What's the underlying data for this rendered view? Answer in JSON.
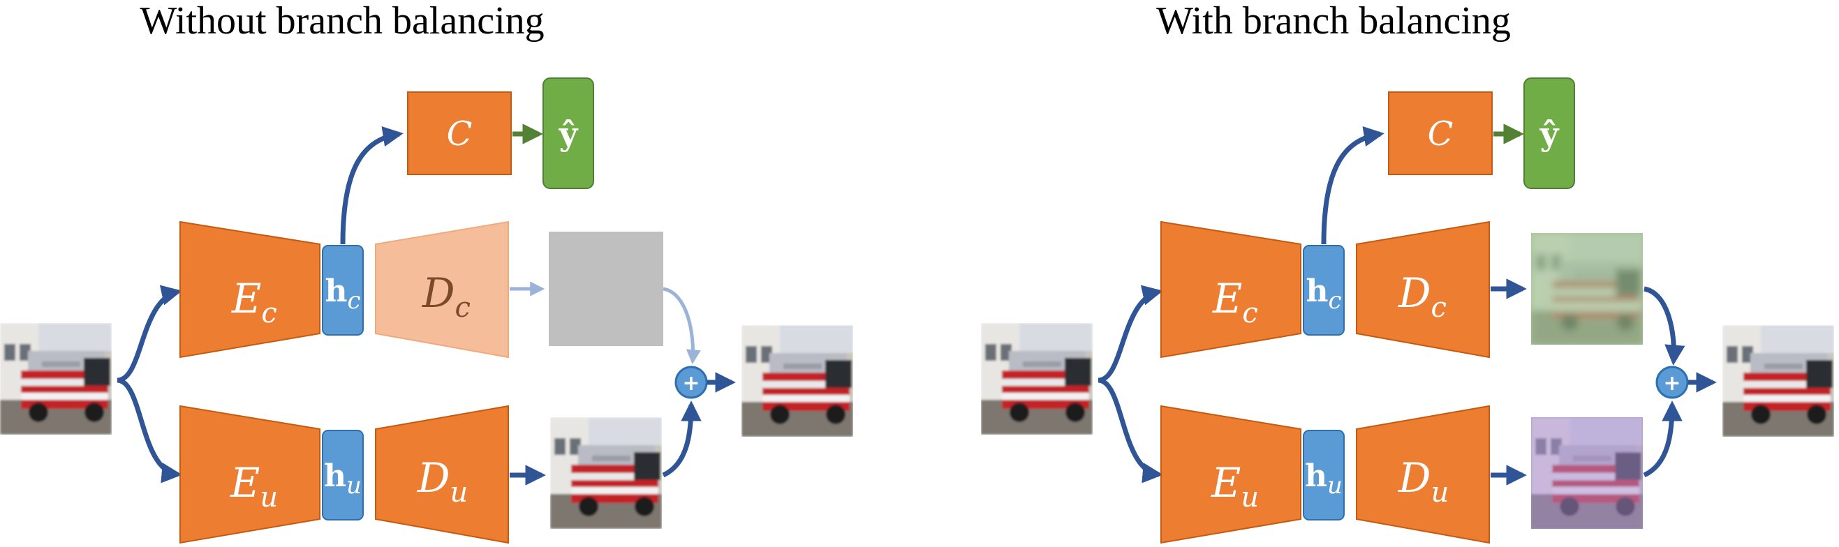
{
  "panels": [
    {
      "title": "Without branch balancing",
      "classifier_label": "C",
      "output_label": "ŷ",
      "encoder_c": {
        "base": "E",
        "sub": "c"
      },
      "encoder_u": {
        "base": "E",
        "sub": "u"
      },
      "latent_c": {
        "base": "h",
        "sub": "c"
      },
      "latent_u": {
        "base": "h",
        "sub": "u"
      },
      "decoder_c": {
        "base": "D",
        "sub": "c"
      },
      "decoder_u": {
        "base": "D",
        "sub": "u"
      },
      "decoder_c_faded": true,
      "recon_c": "gray",
      "recon_u": "image",
      "sum_symbol": "+"
    },
    {
      "title": "With branch balancing",
      "classifier_label": "C",
      "output_label": "ŷ",
      "encoder_c": {
        "base": "E",
        "sub": "c"
      },
      "encoder_u": {
        "base": "E",
        "sub": "u"
      },
      "latent_c": {
        "base": "h",
        "sub": "c"
      },
      "latent_u": {
        "base": "h",
        "sub": "u"
      },
      "decoder_c": {
        "base": "D",
        "sub": "c"
      },
      "decoder_u": {
        "base": "D",
        "sub": "u"
      },
      "decoder_c_faded": false,
      "recon_c": "blurry-green",
      "recon_u": "blurry-purple",
      "sum_symbol": "+"
    }
  ],
  "colors": {
    "orange": "#ed7d31",
    "orange_border": "#c55a11",
    "orange_faded": "#f6bd9a",
    "orange_faded_border": "#f0a97a",
    "blue": "#5b9bd5",
    "blue_border": "#2e6fb0",
    "green": "#70ad47",
    "green_border": "#507e32",
    "arrow_blue": "#2f5597",
    "arrow_blue_faded": "#9bb3d8",
    "arrow_green": "#548235",
    "gray_box": "#bfbfbf"
  }
}
